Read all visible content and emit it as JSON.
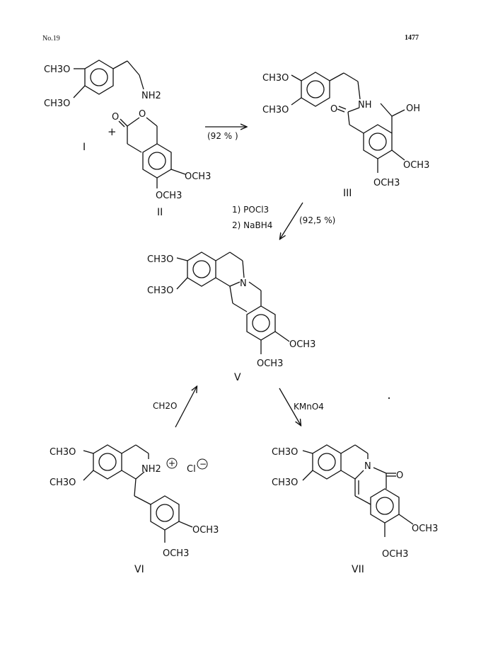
{
  "header": {
    "journal_issue": "No.19",
    "page_number": "1477"
  },
  "compounds": {
    "I": {
      "roman": "I",
      "groups": [
        "CH3O",
        "CH3O",
        "NH2"
      ]
    },
    "II": {
      "roman": "II",
      "plus": "+",
      "groups": [
        "O",
        "O",
        "OCH3",
        "OCH3"
      ]
    },
    "III": {
      "roman": "III",
      "groups": [
        "CH3O",
        "CH3O",
        "O",
        "NH",
        "OH",
        "OCH3",
        "OCH3"
      ]
    },
    "V": {
      "roman": "V",
      "groups": [
        "CH3O",
        "CH3O",
        "N",
        "OCH3",
        "OCH3"
      ]
    },
    "VI": {
      "roman": "VI",
      "groups": [
        "CH3O",
        "CH3O",
        "NH2",
        "+",
        "Cl",
        "−",
        "OCH3",
        "OCH3"
      ]
    },
    "VII": {
      "roman": "VII",
      "groups": [
        "CH3O",
        "CH3O",
        "N",
        "O",
        "OCH3",
        "OCH3"
      ]
    }
  },
  "reactions": {
    "step1": {
      "yield": "(92 % )"
    },
    "step2": {
      "reagent_1": "1)  POCl3",
      "reagent_2": "2)  NaBH4",
      "yield": "(92,5 %)"
    },
    "step3": {
      "reagent": "CH2O"
    },
    "step4": {
      "reagent": "KMnO4"
    }
  }
}
